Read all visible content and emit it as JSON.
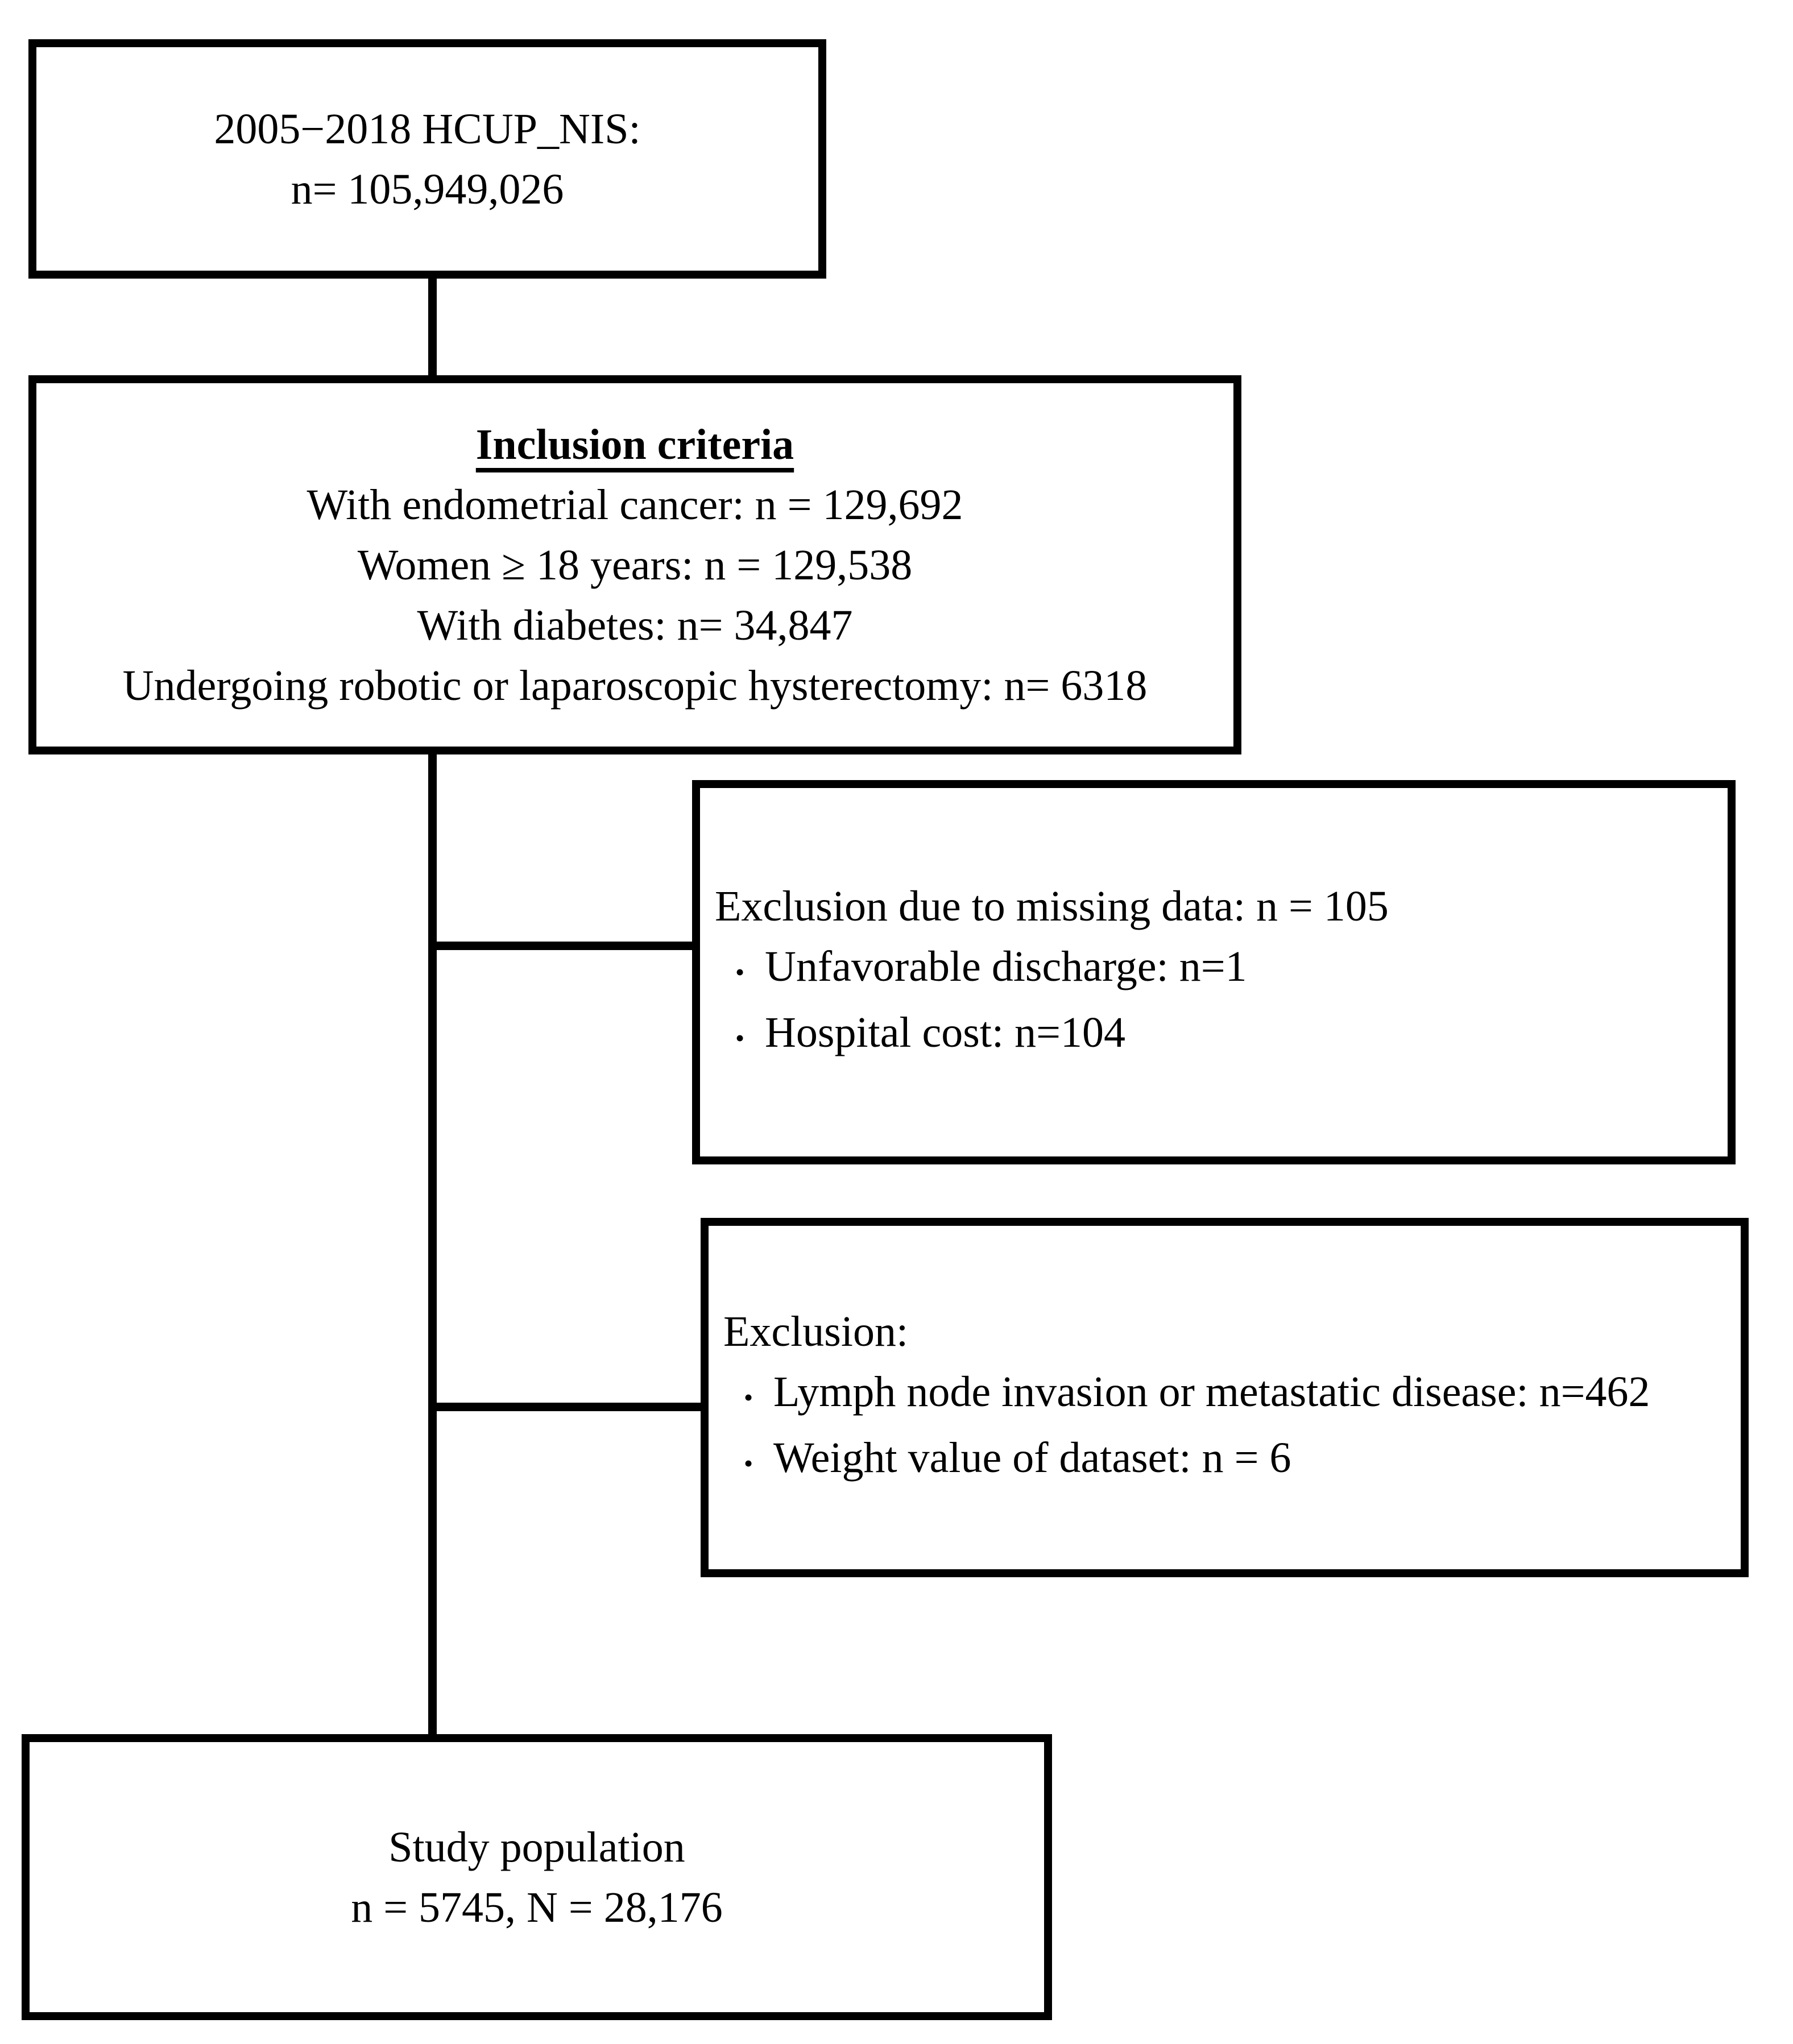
{
  "diagram": {
    "background_color": "#ffffff",
    "line_color": "#000000",
    "source_box": {
      "line1": "2005−2018 HCUP_NIS:",
      "line2": "n= 105,949,026"
    },
    "inclusion_box": {
      "title": "Inclusion criteria",
      "line1": "With endometrial cancer: n = 129,692",
      "line2": "Women ≥ 18 years: n = 129,538",
      "line3": "With diabetes: n= 34,847",
      "line4": "Undergoing robotic or laparoscopic hysterectomy: n= 6318"
    },
    "exclusion_missing_box": {
      "header": "Exclusion due to missing data: n = 105",
      "bullet": "•",
      "item1": "Unfavorable discharge: n=1",
      "item2": "Hospital cost: n=104"
    },
    "exclusion_box": {
      "header": "Exclusion:",
      "bullet": "•",
      "item1": "Lymph node invasion or metastatic disease: n=462",
      "item2": "Weight value of dataset: n = 6"
    },
    "study_box": {
      "line1": "Study population",
      "line2": "n = 5745, N = 28,176"
    }
  }
}
